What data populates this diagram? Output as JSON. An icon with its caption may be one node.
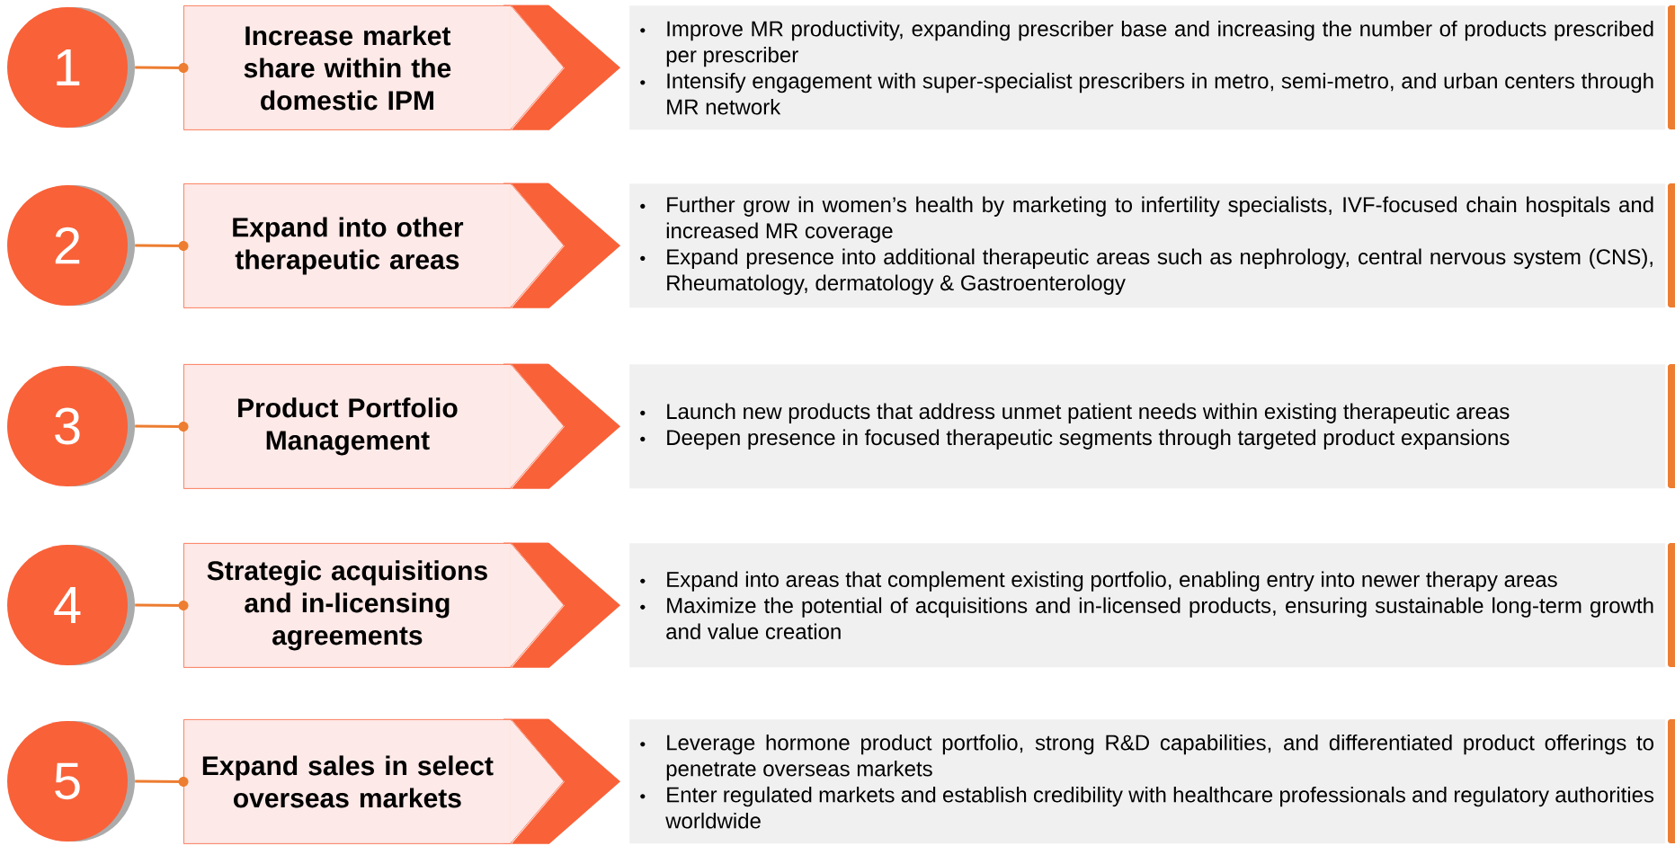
{
  "diagram": {
    "nodes": [
      {
        "text": [
          "1"
        ]
      },
      {
        "text": [
          "Increase market share within the domestic IPM"
        ]
      },
      {
        "text": [
          "Improve MR productivity, expanding prescriber base and increasing the number of products prescribed per prescriber",
          "Intensify engagement with super-specialist prescribers in metro, semi-metro, and urban centers through MR network"
        ]
      },
      {
        "text": [
          "2"
        ]
      },
      {
        "text": [
          "Expand into other therapeutic areas"
        ]
      },
      {
        "text": [
          "Further grow in women’s health by marketing to infertility specialists, IVF-focused chain hospitals and increased MR coverage",
          "Expand presence into additional therapeutic areas such as nephrology, central nervous system (CNS), Rheumatology, dermatology & Gastroenterology"
        ]
      },
      {
        "text": [
          "3"
        ]
      },
      {
        "text": [
          "Product Portfolio Management"
        ]
      },
      {
        "text": [
          "Launch new products that address unmet patient needs within existing therapeutic areas",
          "Deepen presence in focused therapeutic segments through targeted product expansions"
        ]
      },
      {
        "text": [
          "4"
        ]
      },
      {
        "text": [
          "Strategic acquisitions and in-licensing agreements"
        ]
      },
      {
        "text": [
          "Expand into areas that complement existing portfolio, enabling entry into newer therapy areas",
          "Maximize the potential of acquisitions and in-licensed products, ensuring sustainable long-term growth and value creation"
        ]
      },
      {
        "text": [
          "5"
        ]
      },
      {
        "text": [
          "Expand sales in select overseas markets"
        ]
      },
      {
        "text": [
          "Leverage hormone product portfolio, strong R&D capabilities, and differentiated product offerings to penetrate overseas markets",
          "Enter regulated markets and establish credibility with healthcare professionals and regulatory authorities worldwide"
        ]
      }
    ],
    "edges": [
      {
        "from": 0,
        "to": 1,
        "arrow": "none"
      },
      {
        "from": 1,
        "to": 2,
        "arrow": "to"
      },
      {
        "from": 3,
        "to": 4,
        "arrow": "none"
      },
      {
        "from": 4,
        "to": 5,
        "arrow": "to"
      },
      {
        "from": 6,
        "to": 7,
        "arrow": "none"
      },
      {
        "from": 7,
        "to": 8,
        "arrow": "to"
      },
      {
        "from": 9,
        "to": 10,
        "arrow": "none"
      },
      {
        "from": 10,
        "to": 11,
        "arrow": "to"
      },
      {
        "from": 12,
        "to": 13,
        "arrow": "none"
      },
      {
        "from": 13,
        "to": 14,
        "arrow": "to"
      }
    ]
  }
}
